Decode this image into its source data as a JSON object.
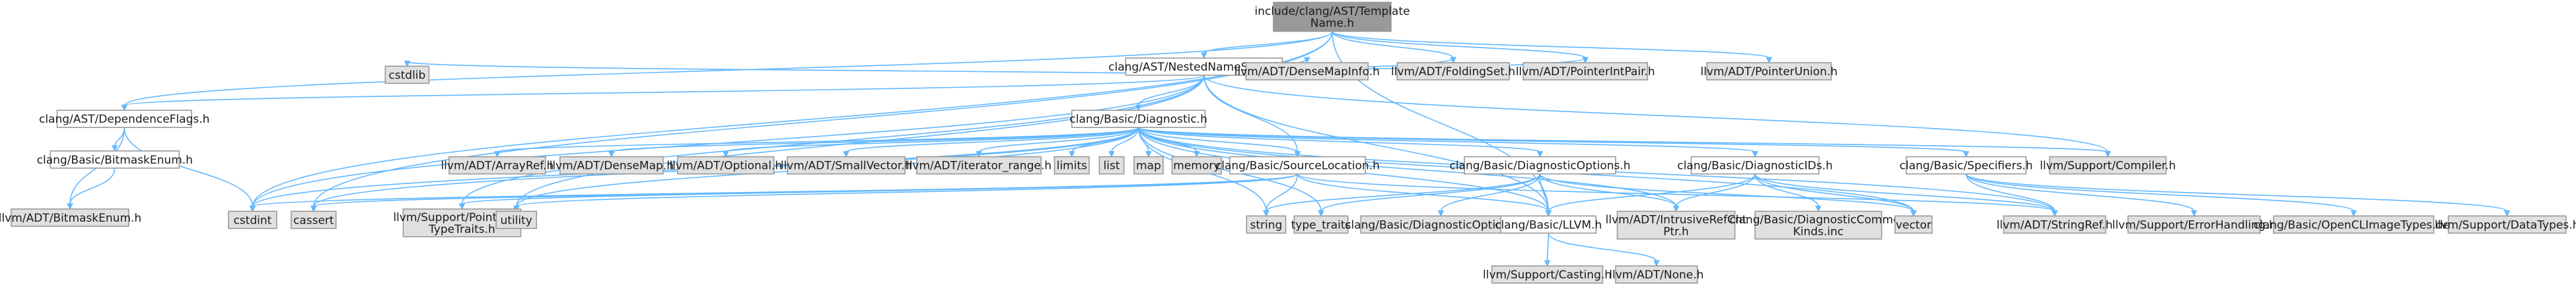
{
  "colors": {
    "edge": "#63b8ff",
    "node_fill_local": "#ffffff",
    "node_fill_external": "#e0e0e0",
    "node_fill_root": "#999999",
    "node_border": "#999999"
  },
  "nodes": [
    {
      "id": "root",
      "label": "include/clang/AST/Template\nName.h",
      "kind": "root"
    },
    {
      "id": "nns",
      "label": "clang/AST/NestedNameSpecifier.h",
      "kind": "local"
    },
    {
      "id": "depflags",
      "label": "clang/AST/DependenceFlags.h",
      "kind": "local"
    },
    {
      "id": "bitmaskenum",
      "label": "clang/Basic/BitmaskEnum.h",
      "kind": "local"
    },
    {
      "id": "llvmbitmask",
      "label": "llvm/ADT/BitmaskEnum.h",
      "kind": "external"
    },
    {
      "id": "cstdint",
      "label": "cstdint",
      "kind": "external"
    },
    {
      "id": "cstdlib",
      "label": "cstdlib",
      "kind": "external"
    },
    {
      "id": "diagnostic",
      "label": "clang/Basic/Diagnostic.h",
      "kind": "local"
    },
    {
      "id": "densemapinfo",
      "label": "llvm/ADT/DenseMapInfo.h",
      "kind": "external"
    },
    {
      "id": "foldingset",
      "label": "llvm/ADT/FoldingSet.h",
      "kind": "external"
    },
    {
      "id": "pointerintpair",
      "label": "llvm/ADT/PointerIntPair.h",
      "kind": "external"
    },
    {
      "id": "pointerunion",
      "label": "llvm/ADT/PointerUnion.h",
      "kind": "external"
    },
    {
      "id": "arrayref",
      "label": "llvm/ADT/ArrayRef.h",
      "kind": "external"
    },
    {
      "id": "densemap",
      "label": "llvm/ADT/DenseMap.h",
      "kind": "external"
    },
    {
      "id": "optional",
      "label": "llvm/ADT/Optional.h",
      "kind": "external"
    },
    {
      "id": "smallvector",
      "label": "llvm/ADT/SmallVector.h",
      "kind": "external"
    },
    {
      "id": "iterrange",
      "label": "llvm/ADT/iterator_range.h",
      "kind": "external"
    },
    {
      "id": "limits",
      "label": "limits",
      "kind": "external"
    },
    {
      "id": "list",
      "label": "list",
      "kind": "external"
    },
    {
      "id": "map",
      "label": "map",
      "kind": "external"
    },
    {
      "id": "memory",
      "label": "memory",
      "kind": "external"
    },
    {
      "id": "srcloc",
      "label": "clang/Basic/SourceLocation.h",
      "kind": "local"
    },
    {
      "id": "diagopts",
      "label": "clang/Basic/DiagnosticOptions.h",
      "kind": "local"
    },
    {
      "id": "diagids",
      "label": "clang/Basic/DiagnosticIDs.h",
      "kind": "local"
    },
    {
      "id": "specifiers",
      "label": "clang/Basic/Specifiers.h",
      "kind": "local"
    },
    {
      "id": "compiler",
      "label": "llvm/Support/Compiler.h",
      "kind": "external"
    },
    {
      "id": "cassert",
      "label": "cassert",
      "kind": "external"
    },
    {
      "id": "ptrlike",
      "label": "llvm/Support/PointerLike\nTypeTraits.h",
      "kind": "external"
    },
    {
      "id": "utility",
      "label": "utility",
      "kind": "external"
    },
    {
      "id": "string",
      "label": "string",
      "kind": "external"
    },
    {
      "id": "typetraits",
      "label": "type_traits",
      "kind": "external"
    },
    {
      "id": "diagoptsdef",
      "label": "clang/Basic/DiagnosticOptions.def",
      "kind": "external"
    },
    {
      "id": "llvmh",
      "label": "clang/Basic/LLVM.h",
      "kind": "local"
    },
    {
      "id": "intrusive",
      "label": "llvm/ADT/IntrusiveRefCnt\nPtr.h",
      "kind": "external"
    },
    {
      "id": "diagcommon",
      "label": "clang/Basic/DiagnosticCommon\nKinds.inc",
      "kind": "external"
    },
    {
      "id": "vector",
      "label": "vector",
      "kind": "external"
    },
    {
      "id": "stringref",
      "label": "llvm/ADT/StringRef.h",
      "kind": "external"
    },
    {
      "id": "errorhandling",
      "label": "llvm/Support/ErrorHandling.h",
      "kind": "external"
    },
    {
      "id": "openclimage",
      "label": "clang/Basic/OpenCLImageTypes.def",
      "kind": "external"
    },
    {
      "id": "datatypes",
      "label": "llvm/Support/DataTypes.h",
      "kind": "external"
    },
    {
      "id": "casting",
      "label": "llvm/Support/Casting.h",
      "kind": "external"
    },
    {
      "id": "none",
      "label": "llvm/ADT/None.h",
      "kind": "external"
    }
  ],
  "edges": [
    [
      "root",
      "nns"
    ],
    [
      "root",
      "depflags"
    ],
    [
      "root",
      "cstdint"
    ],
    [
      "root",
      "cassert"
    ],
    [
      "root",
      "foldingset"
    ],
    [
      "root",
      "pointerintpair"
    ],
    [
      "root",
      "pointerunion"
    ],
    [
      "root",
      "llvmh"
    ],
    [
      "nns",
      "depflags"
    ],
    [
      "nns",
      "cstdlib"
    ],
    [
      "nns",
      "diagnostic"
    ],
    [
      "nns",
      "srcloc"
    ],
    [
      "nns",
      "densemapinfo"
    ],
    [
      "nns",
      "foldingset"
    ],
    [
      "nns",
      "pointerintpair"
    ],
    [
      "nns",
      "compiler"
    ],
    [
      "nns",
      "cstdint"
    ],
    [
      "nns",
      "ptrlike"
    ],
    [
      "nns",
      "utility"
    ],
    [
      "nns",
      "llvmh"
    ],
    [
      "depflags",
      "bitmaskenum"
    ],
    [
      "depflags",
      "llvmbitmask"
    ],
    [
      "depflags",
      "cstdint"
    ],
    [
      "bitmaskenum",
      "llvmbitmask"
    ],
    [
      "diagnostic",
      "arrayref"
    ],
    [
      "diagnostic",
      "densemap"
    ],
    [
      "diagnostic",
      "optional"
    ],
    [
      "diagnostic",
      "smallvector"
    ],
    [
      "diagnostic",
      "iterrange"
    ],
    [
      "diagnostic",
      "limits"
    ],
    [
      "diagnostic",
      "list"
    ],
    [
      "diagnostic",
      "map"
    ],
    [
      "diagnostic",
      "memory"
    ],
    [
      "diagnostic",
      "srcloc"
    ],
    [
      "diagnostic",
      "diagopts"
    ],
    [
      "diagnostic",
      "diagids"
    ],
    [
      "diagnostic",
      "specifiers"
    ],
    [
      "diagnostic",
      "compiler"
    ],
    [
      "diagnostic",
      "cassert"
    ],
    [
      "diagnostic",
      "cstdint"
    ],
    [
      "diagnostic",
      "string"
    ],
    [
      "diagnostic",
      "typetraits"
    ],
    [
      "diagnostic",
      "utility"
    ],
    [
      "diagnostic",
      "vector"
    ],
    [
      "diagnostic",
      "stringref"
    ],
    [
      "diagnostic",
      "intrusive"
    ],
    [
      "diagnostic",
      "llvmh"
    ],
    [
      "srcloc",
      "cassert"
    ],
    [
      "srcloc",
      "cstdint"
    ],
    [
      "srcloc",
      "string"
    ],
    [
      "srcloc",
      "utility"
    ],
    [
      "srcloc",
      "llvmh"
    ],
    [
      "srcloc",
      "ptrlike"
    ],
    [
      "srcloc",
      "stringref"
    ],
    [
      "diagopts",
      "diagoptsdef"
    ],
    [
      "diagopts",
      "llvmh"
    ],
    [
      "diagopts",
      "intrusive"
    ],
    [
      "diagopts",
      "string"
    ],
    [
      "diagopts",
      "typetraits"
    ],
    [
      "diagopts",
      "vector"
    ],
    [
      "diagids",
      "llvmh"
    ],
    [
      "diagids",
      "intrusive"
    ],
    [
      "diagids",
      "diagcommon"
    ],
    [
      "diagids",
      "vector"
    ],
    [
      "diagids",
      "stringref"
    ],
    [
      "specifiers",
      "stringref"
    ],
    [
      "specifiers",
      "errorhandling"
    ],
    [
      "specifiers",
      "openclimage"
    ],
    [
      "specifiers",
      "datatypes"
    ],
    [
      "llvmh",
      "casting"
    ],
    [
      "llvmh",
      "none"
    ]
  ]
}
